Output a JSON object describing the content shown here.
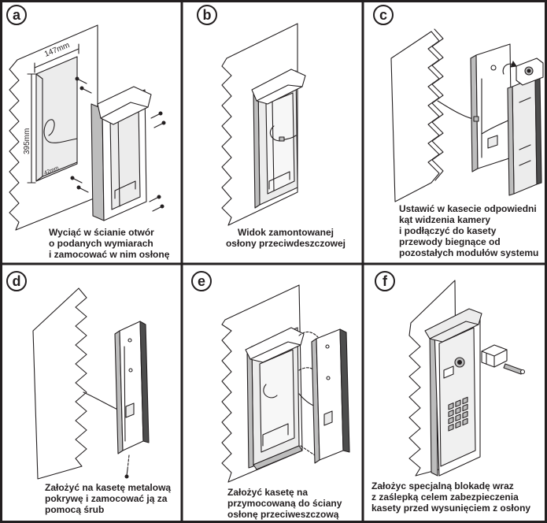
{
  "colors": {
    "line": "#231f20",
    "background": "#ffffff"
  },
  "panels": [
    {
      "label": "a",
      "caption": [
        "Wyciąć w ścianie otwór",
        "o podanych wymiarach",
        "i zamocować w nim osłonę"
      ],
      "dimensions": [
        "147mm",
        "395mm",
        "42mm"
      ]
    },
    {
      "label": "b",
      "caption": [
        "Widok zamontowanej",
        "osłony przeciwdeszczowej"
      ]
    },
    {
      "label": "c",
      "caption": [
        "Ustawić w kasecie odpowiedni",
        "kąt widzenia kamery",
        "i podłączyć do kasety",
        "przewody biegnące od",
        "pozostałych modułów systemu"
      ]
    },
    {
      "label": "d",
      "caption": [
        "Założyć na kasetę metalową",
        "pokrywę i zamocować ją za",
        "pomocą śrub"
      ]
    },
    {
      "label": "e",
      "caption": [
        "Założyć kasetę na",
        "przymocowaną do ściany",
        "osłonę przeciweszczową"
      ]
    },
    {
      "label": "f",
      "caption": [
        "Założyc specjalną blokadę wraz",
        "z zaślepką celem zabezpieczenia",
        "kasety przed wysunięciem z osłony"
      ]
    }
  ]
}
